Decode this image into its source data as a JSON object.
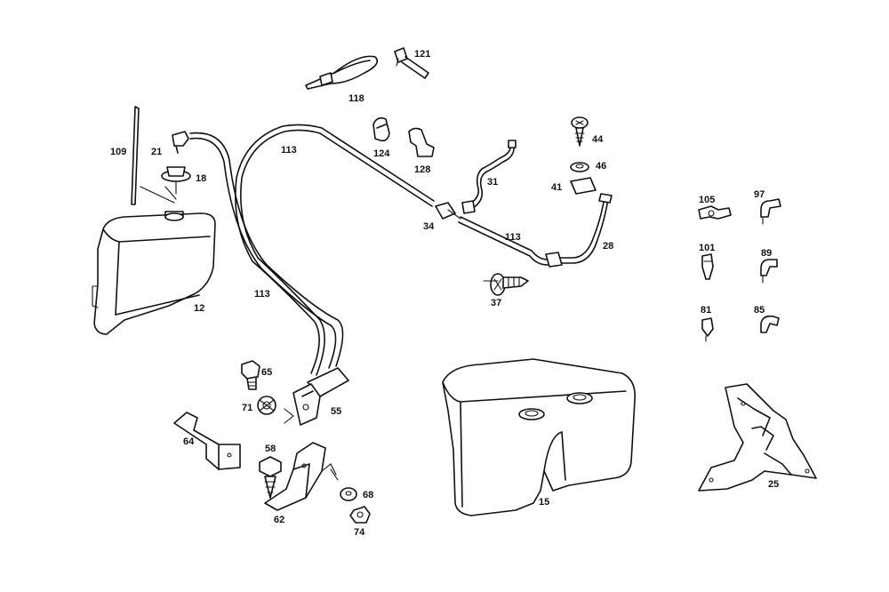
{
  "labels": {
    "p109": "109",
    "p21": "21",
    "p18": "18",
    "p12": "12",
    "p113a": "113",
    "p113b": "113",
    "p113c": "113",
    "p118": "118",
    "p121": "121",
    "p124": "124",
    "p128": "128",
    "p31": "31",
    "p34": "34",
    "p44": "44",
    "p46": "46",
    "p41": "41",
    "p28": "28",
    "p37": "37",
    "p105": "105",
    "p97": "97",
    "p101": "101",
    "p89": "89",
    "p81": "81",
    "p85": "85",
    "p65": "65",
    "p71": "71",
    "p55": "55",
    "p64": "64",
    "p58": "58",
    "p62": "62",
    "p68": "68",
    "p74": "74",
    "p15": "15",
    "p25": "25"
  }
}
